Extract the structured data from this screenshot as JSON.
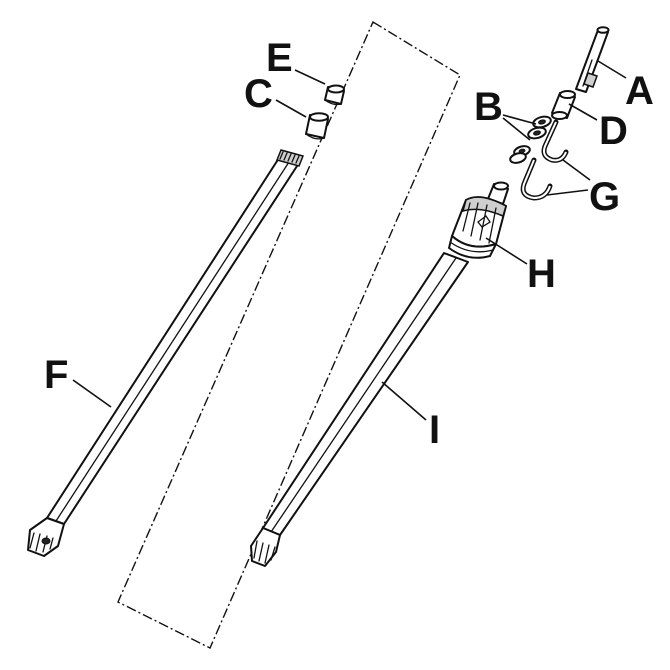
{
  "diagram": {
    "callouts": [
      {
        "id": "A",
        "label": "A"
      },
      {
        "id": "B",
        "label": "B"
      },
      {
        "id": "C",
        "label": "C"
      },
      {
        "id": "D",
        "label": "D"
      },
      {
        "id": "E",
        "label": "E"
      },
      {
        "id": "F",
        "label": "F"
      },
      {
        "id": "G",
        "label": "G"
      },
      {
        "id": "H",
        "label": "H"
      },
      {
        "id": "I",
        "label": "I"
      }
    ]
  }
}
